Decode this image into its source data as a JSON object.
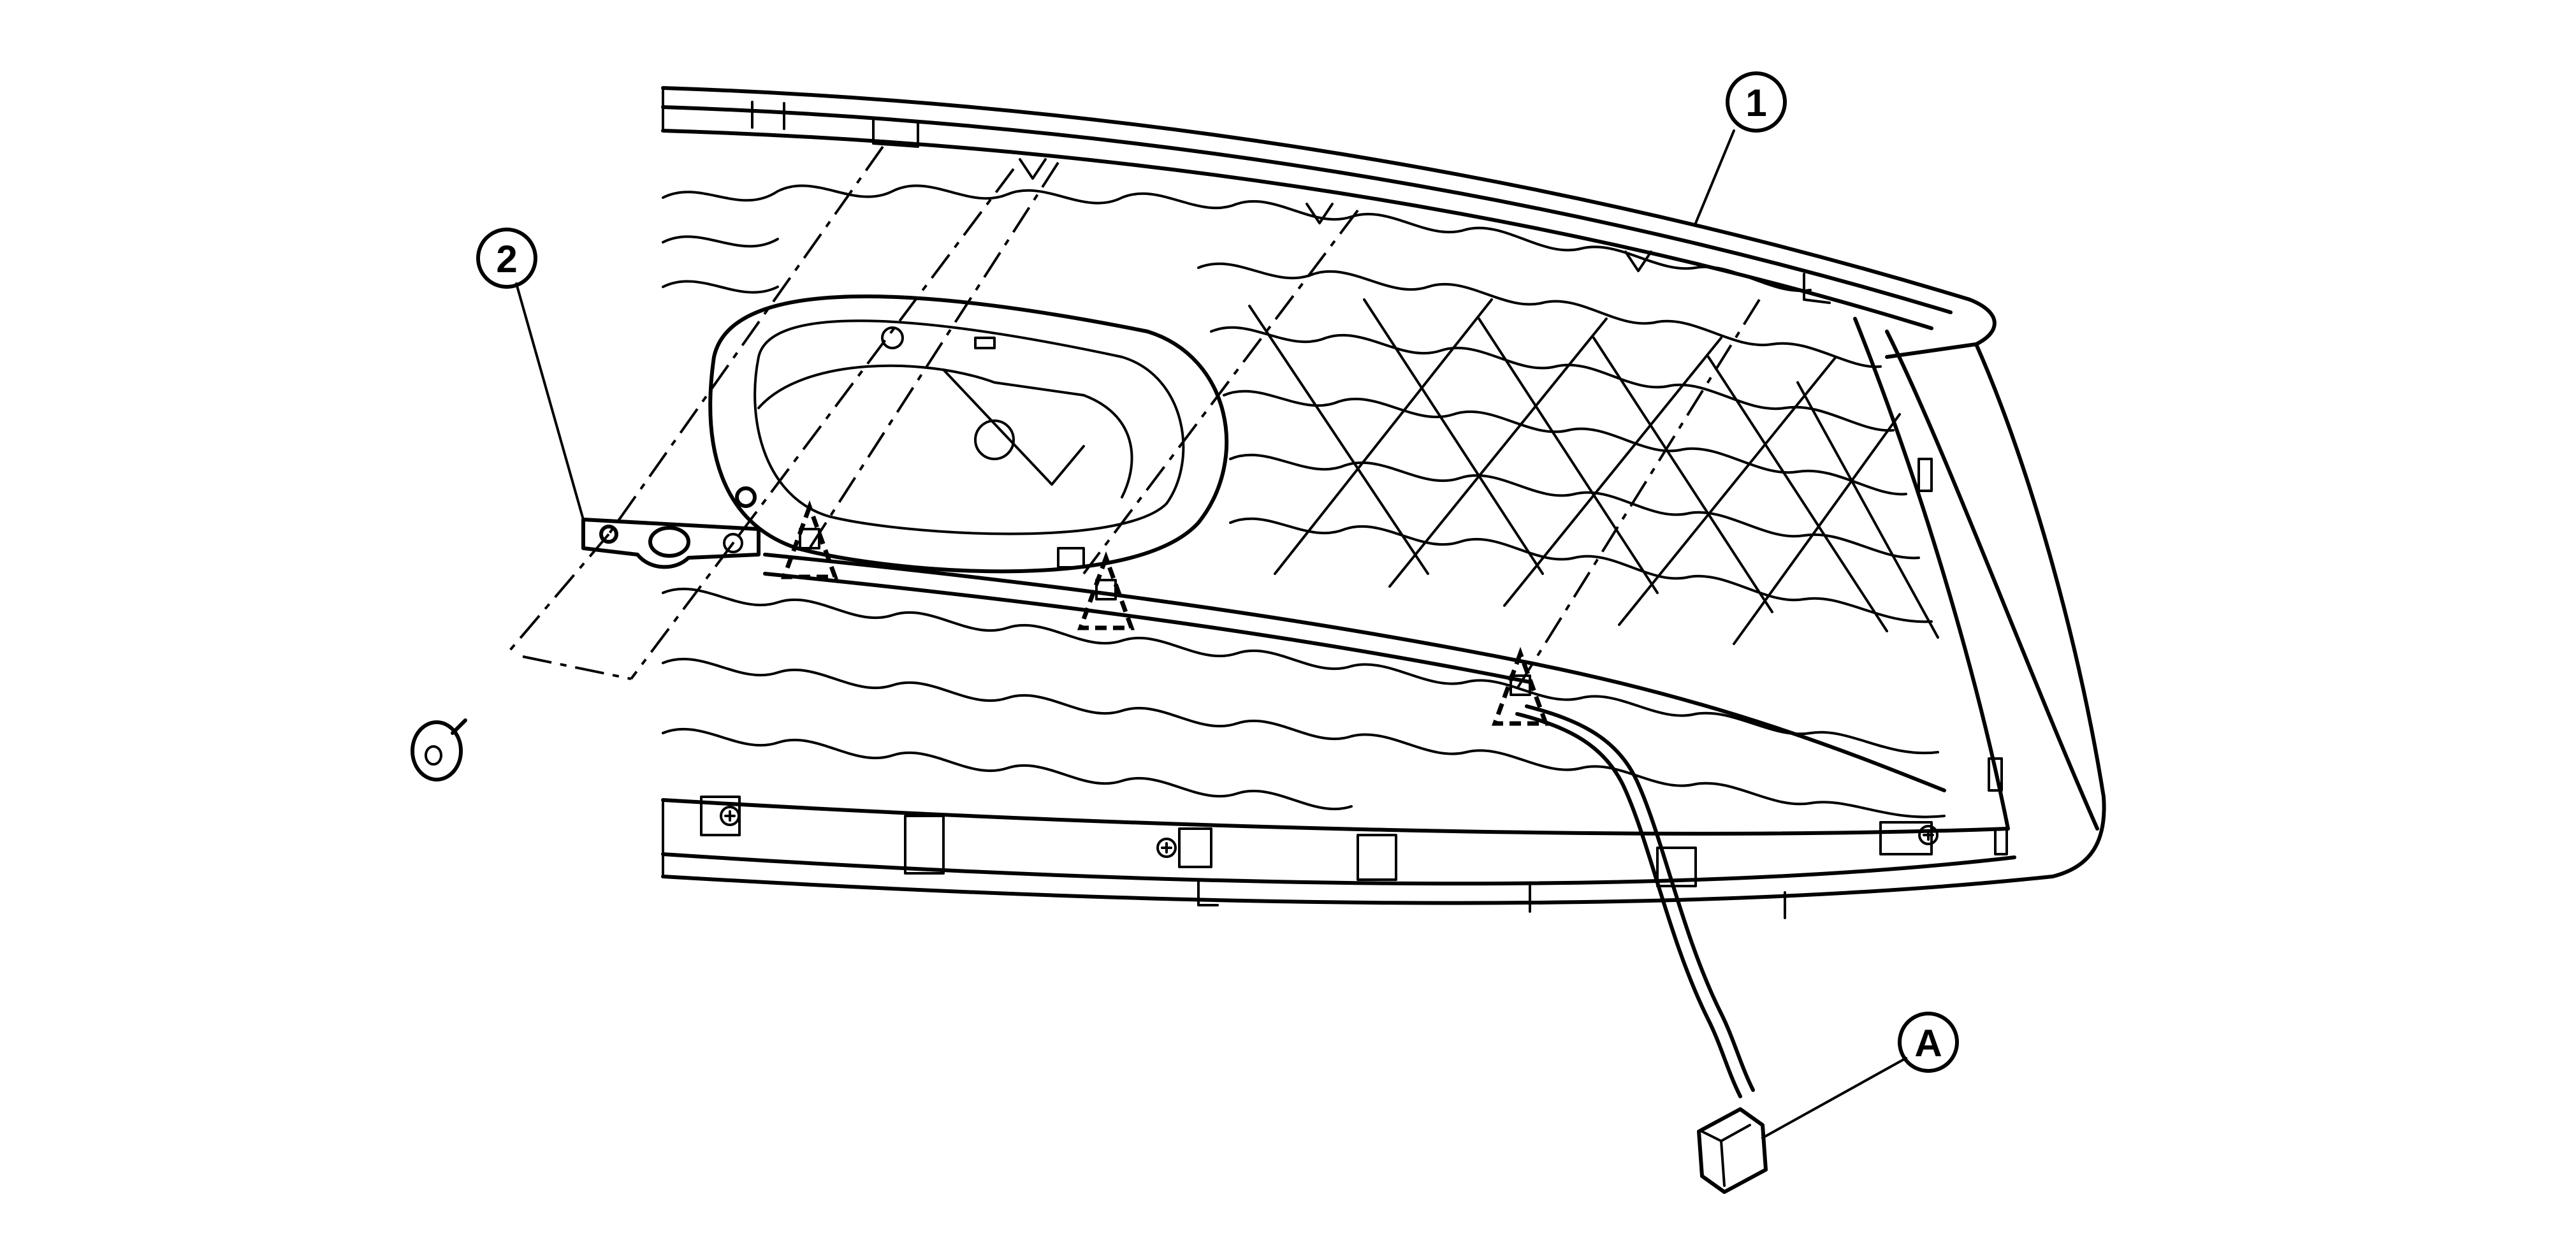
{
  "callouts": {
    "c1": "1",
    "c2": "2",
    "cA": "A"
  },
  "parts": [
    {
      "id": "1",
      "name": "front-grille"
    },
    {
      "id": "2",
      "name": "sensor-bracket"
    }
  ],
  "connectors": [
    {
      "id": "A",
      "name": "harness-connector"
    }
  ],
  "colors": {
    "line": "#000000",
    "background": "#ffffff"
  }
}
